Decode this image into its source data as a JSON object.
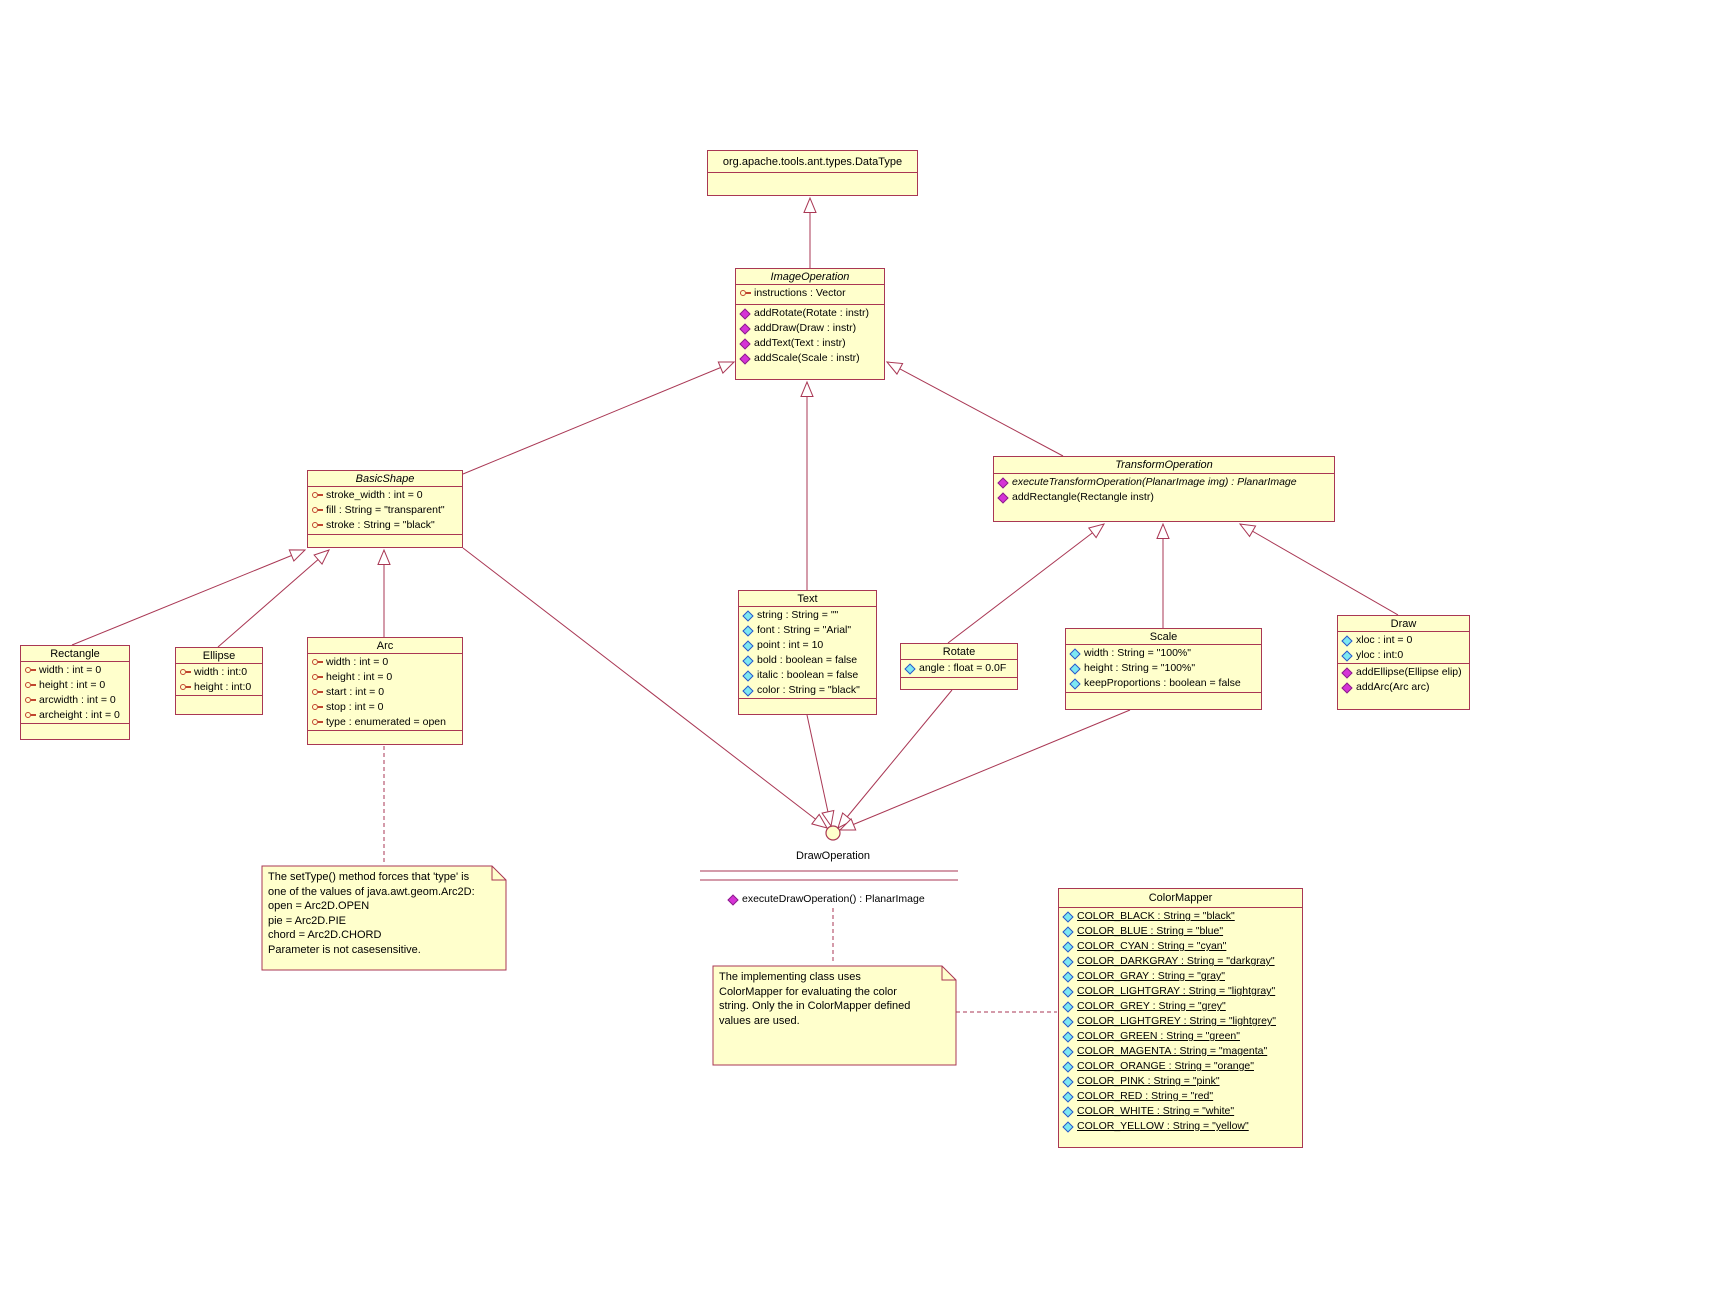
{
  "diagram": {
    "title": "Ant image task UML class diagram",
    "colors": {
      "background": "#ffffff",
      "box_fill": "#ffffcc",
      "line": "#a93754",
      "text": "#000000",
      "attr_icon": "#7de8f2",
      "attr_icon_border": "#2d55c8",
      "op_icon": "#d633d6",
      "op_icon_border": "#8a1f8a",
      "key_icon": "#c0452e"
    },
    "classes": [
      {
        "id": "datatype",
        "name": "org.apache.tools.ant.types.DataType",
        "italic": false,
        "compartments": [
          {
            "kind": "attributes",
            "items": []
          }
        ]
      },
      {
        "id": "image-operation",
        "name": "ImageOperation",
        "italic": true,
        "compartments": [
          {
            "kind": "attributes",
            "items": [
              {
                "icon": "key",
                "text": "instructions : Vector"
              }
            ]
          },
          {
            "kind": "operations",
            "items": [
              {
                "icon": "op",
                "text": "addRotate(Rotate : instr)"
              },
              {
                "icon": "op",
                "text": "addDraw(Draw : instr)"
              },
              {
                "icon": "op",
                "text": "addText(Text : instr)"
              },
              {
                "icon": "op",
                "text": "addScale(Scale : instr)"
              }
            ]
          }
        ]
      },
      {
        "id": "basic-shape",
        "name": "BasicShape",
        "italic": true,
        "compartments": [
          {
            "kind": "attributes",
            "items": [
              {
                "icon": "key",
                "text": "stroke_width : int = 0"
              },
              {
                "icon": "key",
                "text": "fill : String = \"transparent\""
              },
              {
                "icon": "key",
                "text": "stroke : String = \"black\""
              }
            ]
          },
          {
            "kind": "operations",
            "items": []
          }
        ]
      },
      {
        "id": "transform-operation",
        "name": "TransformOperation",
        "italic": true,
        "compartments": [
          {
            "kind": "operations",
            "items": [
              {
                "icon": "op",
                "text": "executeTransformOperation(PlanarImage img) : PlanarImage",
                "italic": true
              },
              {
                "icon": "op",
                "text": "addRectangle(Rectangle instr)"
              }
            ]
          }
        ]
      },
      {
        "id": "rectangle",
        "name": "Rectangle",
        "italic": false,
        "compartments": [
          {
            "kind": "attributes",
            "items": [
              {
                "icon": "key",
                "text": "width : int = 0"
              },
              {
                "icon": "key",
                "text": "height : int = 0"
              },
              {
                "icon": "key",
                "text": "arcwidth : int = 0"
              },
              {
                "icon": "key",
                "text": "archeight : int = 0"
              }
            ]
          },
          {
            "kind": "operations",
            "items": []
          }
        ]
      },
      {
        "id": "ellipse",
        "name": "Ellipse",
        "italic": false,
        "compartments": [
          {
            "kind": "attributes",
            "items": [
              {
                "icon": "key",
                "text": "width : int:0"
              },
              {
                "icon": "key",
                "text": "height : int:0"
              }
            ]
          },
          {
            "kind": "operations",
            "items": []
          }
        ]
      },
      {
        "id": "arc",
        "name": "Arc",
        "italic": false,
        "compartments": [
          {
            "kind": "attributes",
            "items": [
              {
                "icon": "key",
                "text": "width : int = 0"
              },
              {
                "icon": "key",
                "text": "height : int = 0"
              },
              {
                "icon": "key",
                "text": "start : int = 0"
              },
              {
                "icon": "key",
                "text": "stop : int = 0"
              },
              {
                "icon": "key",
                "text": "type : enumerated = open"
              }
            ]
          },
          {
            "kind": "operations",
            "items": []
          }
        ]
      },
      {
        "id": "text",
        "name": "Text",
        "italic": false,
        "compartments": [
          {
            "kind": "attributes",
            "items": [
              {
                "icon": "cyan",
                "text": "string : String = \"\""
              },
              {
                "icon": "cyan",
                "text": "font : String = \"Arial\""
              },
              {
                "icon": "cyan",
                "text": "point : int = 10"
              },
              {
                "icon": "cyan",
                "text": "bold : boolean = false"
              },
              {
                "icon": "cyan",
                "text": "italic : boolean = false"
              },
              {
                "icon": "cyan",
                "text": "color : String = \"black\""
              }
            ]
          },
          {
            "kind": "operations",
            "items": []
          }
        ]
      },
      {
        "id": "rotate",
        "name": "Rotate",
        "italic": false,
        "compartments": [
          {
            "kind": "attributes",
            "items": [
              {
                "icon": "cyan",
                "text": "angle : float = 0.0F"
              }
            ]
          },
          {
            "kind": "operations",
            "items": []
          }
        ]
      },
      {
        "id": "scale",
        "name": "Scale",
        "italic": false,
        "compartments": [
          {
            "kind": "attributes",
            "items": [
              {
                "icon": "cyan",
                "text": "width : String = \"100%\""
              },
              {
                "icon": "cyan",
                "text": "height : String = \"100%\""
              },
              {
                "icon": "cyan",
                "text": "keepProportions : boolean = false"
              }
            ]
          },
          {
            "kind": "operations",
            "items": []
          }
        ]
      },
      {
        "id": "draw",
        "name": "Draw",
        "italic": false,
        "compartments": [
          {
            "kind": "attributes",
            "items": [
              {
                "icon": "cyan",
                "text": "xloc : int = 0"
              },
              {
                "icon": "cyan",
                "text": "yloc : int:0"
              }
            ]
          },
          {
            "kind": "operations",
            "items": [
              {
                "icon": "op",
                "text": "addEllipse(Ellipse elip)"
              },
              {
                "icon": "op",
                "text": "addArc(Arc arc)"
              }
            ]
          }
        ]
      },
      {
        "id": "color-mapper",
        "name": "ColorMapper",
        "italic": false,
        "compartments": [
          {
            "kind": "attributes",
            "items": [
              {
                "icon": "cyan",
                "underline": true,
                "text": "COLOR_BLACK : String = \"black\""
              },
              {
                "icon": "cyan",
                "underline": true,
                "text": "COLOR_BLUE : String = \"blue\""
              },
              {
                "icon": "cyan",
                "underline": true,
                "text": "COLOR_CYAN : String = \"cyan\""
              },
              {
                "icon": "cyan",
                "underline": true,
                "text": "COLOR_DARKGRAY : String = \"darkgray\""
              },
              {
                "icon": "cyan",
                "underline": true,
                "text": "COLOR_GRAY : String = \"gray\""
              },
              {
                "icon": "cyan",
                "underline": true,
                "text": "COLOR_LIGHTGRAY : String = \"lightgray\""
              },
              {
                "icon": "cyan",
                "underline": true,
                "text": "COLOR_GREY : String = \"grey\""
              },
              {
                "icon": "cyan",
                "underline": true,
                "text": "COLOR_LIGHTGREY : String = \"lightgrey\""
              },
              {
                "icon": "cyan",
                "underline": true,
                "text": "COLOR_GREEN : String = \"green\""
              },
              {
                "icon": "cyan",
                "underline": true,
                "text": "COLOR_MAGENTA : String = \"magenta\""
              },
              {
                "icon": "cyan",
                "underline": true,
                "text": "COLOR_ORANGE : String = \"orange\""
              },
              {
                "icon": "cyan",
                "underline": true,
                "text": "COLOR_PINK : String = \"pink\""
              },
              {
                "icon": "cyan",
                "underline": true,
                "text": "COLOR_RED : String = \"red\""
              },
              {
                "icon": "cyan",
                "underline": true,
                "text": "COLOR_WHITE : String = \"white\""
              },
              {
                "icon": "cyan",
                "underline": true,
                "text": "COLOR_YELLOW : String = \"yellow\""
              }
            ]
          }
        ]
      }
    ],
    "interface": {
      "name": "DrawOperation",
      "operations": [
        {
          "icon": "op",
          "text": "executeDrawOperation() : PlanarImage"
        }
      ]
    },
    "notes": [
      {
        "id": "arc-type-note",
        "text": "The setType() method forces that 'type' is\none of the values of java.awt.geom.Arc2D:\nopen = Arc2D.OPEN\npie = Arc2D.PIE\nchord = Arc2D.CHORD\nParameter is not casesensitive."
      },
      {
        "id": "colormapper-note",
        "text": "The implementing class uses\nColorMapper for evaluating the color\nstring. Only the in ColorMapper defined\nvalues are used."
      }
    ]
  }
}
